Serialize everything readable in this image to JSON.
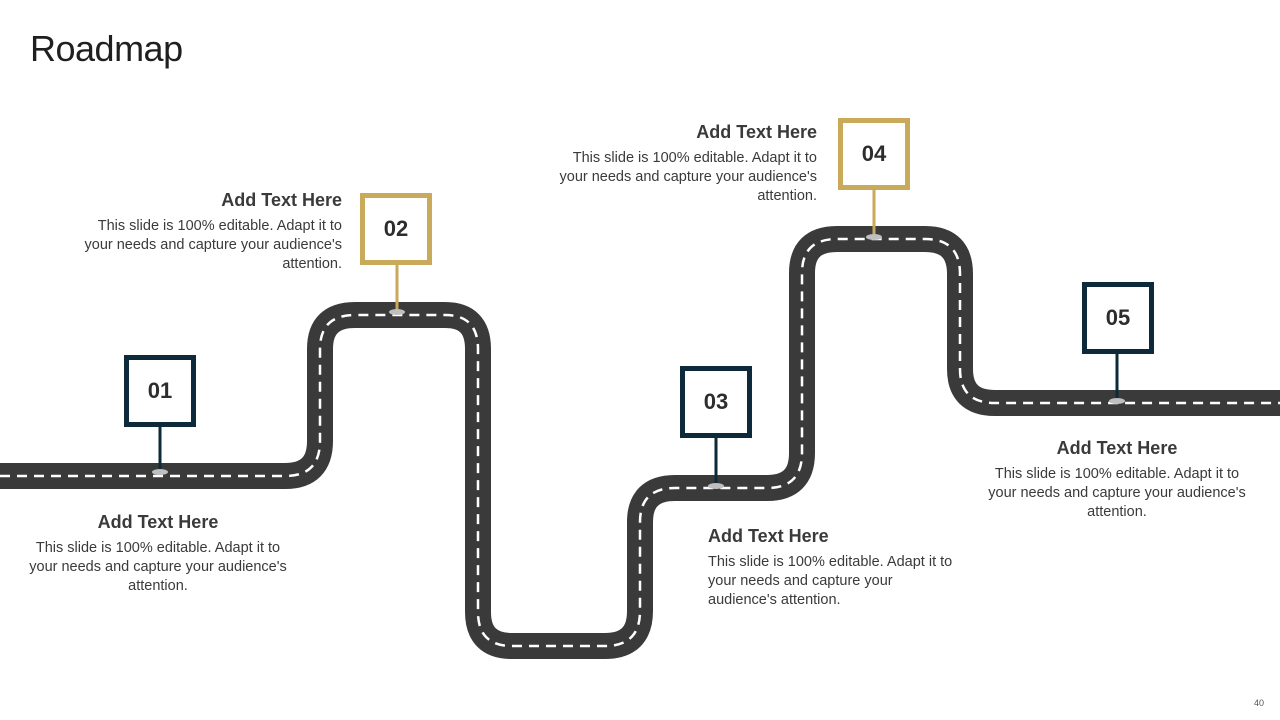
{
  "slide": {
    "title": "Roadmap",
    "page_number": "40"
  },
  "colors": {
    "road": "#3a3a3a",
    "lane": "#ffffff",
    "navy": "#0d2a3a",
    "gold": "#c9a95a"
  },
  "milestones": [
    {
      "number": "01",
      "style": "navy",
      "heading": "Add Text Here",
      "body": "This slide is 100% editable. Adapt it to your needs and capture your audience's attention."
    },
    {
      "number": "02",
      "style": "gold",
      "heading": "Add Text Here",
      "body": "This slide is 100% editable. Adapt it to your needs and capture your audience's attention."
    },
    {
      "number": "03",
      "style": "navy",
      "heading": "Add Text Here",
      "body": "This slide is 100% editable. Adapt it to your needs and capture your audience's attention."
    },
    {
      "number": "04",
      "style": "gold",
      "heading": "Add Text Here",
      "body": "This slide is 100% editable. Adapt it to your needs and capture your audience's attention."
    },
    {
      "number": "05",
      "style": "navy",
      "heading": "Add Text Here",
      "body": "This slide is 100% editable. Adapt it to your needs and capture your audience's attention."
    }
  ]
}
